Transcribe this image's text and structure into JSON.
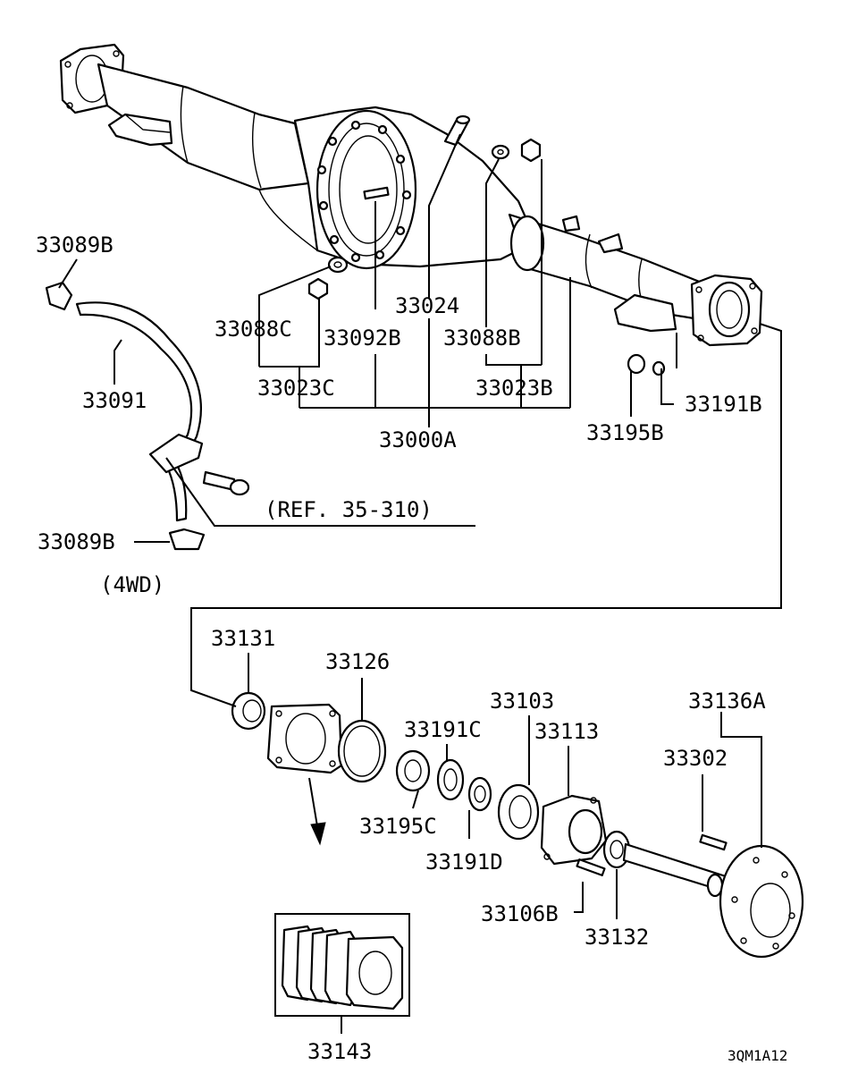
{
  "diagram": {
    "labels": {
      "p33089B_top": "33089B",
      "p33091": "33091",
      "p33089B_bot": "33089B",
      "ref": "(REF. 35-310)",
      "variant": "(4WD)",
      "p33088C": "33088C",
      "p33092B": "33092B",
      "p33024": "33024",
      "p33088B": "33088B",
      "p33023C": "33023C",
      "p33023B": "33023B",
      "p33000A": "33000A",
      "p33195B": "33195B",
      "p33191B": "33191B",
      "p33131": "33131",
      "p33126": "33126",
      "p33103": "33103",
      "p33191C": "33191C",
      "p33113": "33113",
      "p33136A": "33136A",
      "p33302": "33302",
      "p33195C": "33195C",
      "p33191D": "33191D",
      "p33106B": "33106B",
      "p33132": "33132",
      "p33143": "33143",
      "code": "3QM1A12"
    }
  }
}
